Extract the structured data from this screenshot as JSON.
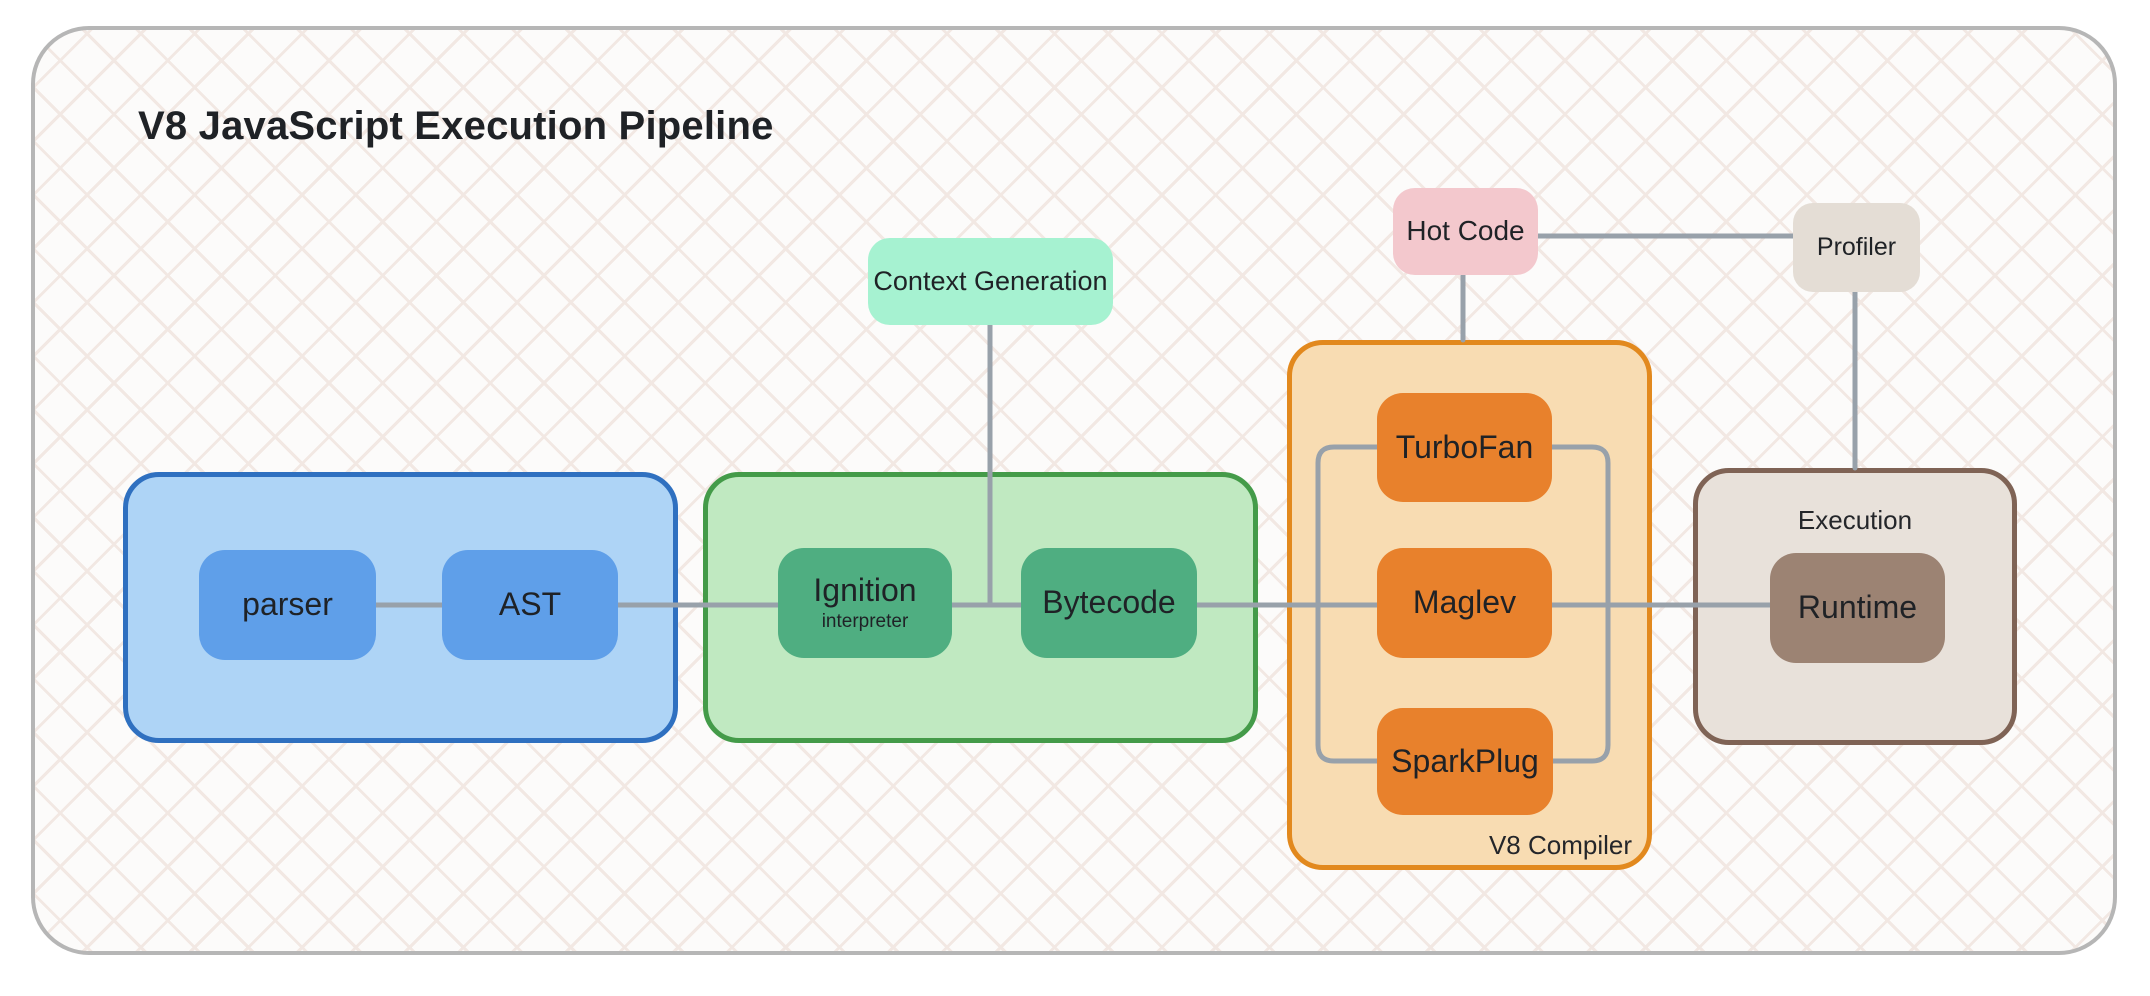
{
  "diagram": {
    "title": "V8 JavaScript Execution Pipeline",
    "groups": {
      "parsing": {
        "nodes": {
          "parser": "parser",
          "ast": "AST"
        }
      },
      "interpreter": {
        "nodes": {
          "ignition": "Ignition",
          "ignition_sub": "interpreter",
          "bytecode": "Bytecode"
        }
      },
      "compiler": {
        "label": "V8 Compiler",
        "nodes": {
          "turbofan": "TurboFan",
          "maglev": "Maglev",
          "sparkplug": "SparkPlug"
        }
      },
      "execution": {
        "label": "Execution",
        "nodes": {
          "runtime": "Runtime"
        }
      }
    },
    "nodes": {
      "context_generation": "Context Generation",
      "hot_code": "Hot Code",
      "profiler": "Profiler"
    },
    "colors": {
      "parsing_fill": "#aed4f6",
      "parsing_border": "#2f70c0",
      "parsing_node": "#5f9fe9",
      "interpreter_fill": "#c0e9c1",
      "interpreter_border": "#449b49",
      "interpreter_node": "#4fae81",
      "compiler_fill": "#f8dcb2",
      "compiler_border": "#e2891e",
      "compiler_node": "#e8812c",
      "execution_fill": "#e8e1da",
      "execution_border": "#7f6355",
      "execution_node": "#9c8373",
      "context_generation_fill": "#a6f2d1",
      "hot_code_fill": "#f3c8cd",
      "profiler_fill": "#e4ddd5",
      "connector": "#98a1aa",
      "frame_border": "#b6b6b6",
      "text": "#1f2226"
    }
  }
}
